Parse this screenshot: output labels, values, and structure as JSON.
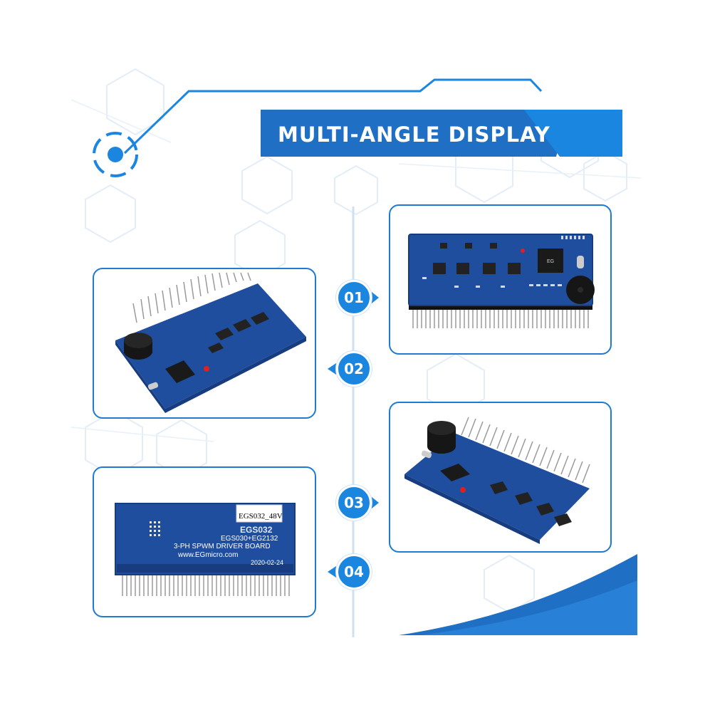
{
  "title": "MULTI-ANGLE DISPLAY",
  "steps": [
    {
      "label": "01",
      "pointer": "right"
    },
    {
      "label": "02",
      "pointer": "left"
    },
    {
      "label": "03",
      "pointer": "right"
    },
    {
      "label": "04",
      "pointer": "left"
    }
  ],
  "panels": [
    {
      "view": "top-view"
    },
    {
      "view": "angled-view-left"
    },
    {
      "view": "angled-view-right"
    },
    {
      "view": "back-view"
    }
  ],
  "back_board_text": {
    "sticker": "EGS032_48V",
    "model": "EGS032",
    "chips": "EGS030+EG2132",
    "board_name": "3-PH SPWM DRIVER BOARD",
    "url": "www.EGmicro.com",
    "date": "2020-02-24"
  },
  "colors": {
    "accent": "#1a86df",
    "banner": "#1f6fc4",
    "pcb": "#1f4e9e",
    "pcb_dark": "#173d80",
    "background_pattern": "#e4eef8"
  }
}
